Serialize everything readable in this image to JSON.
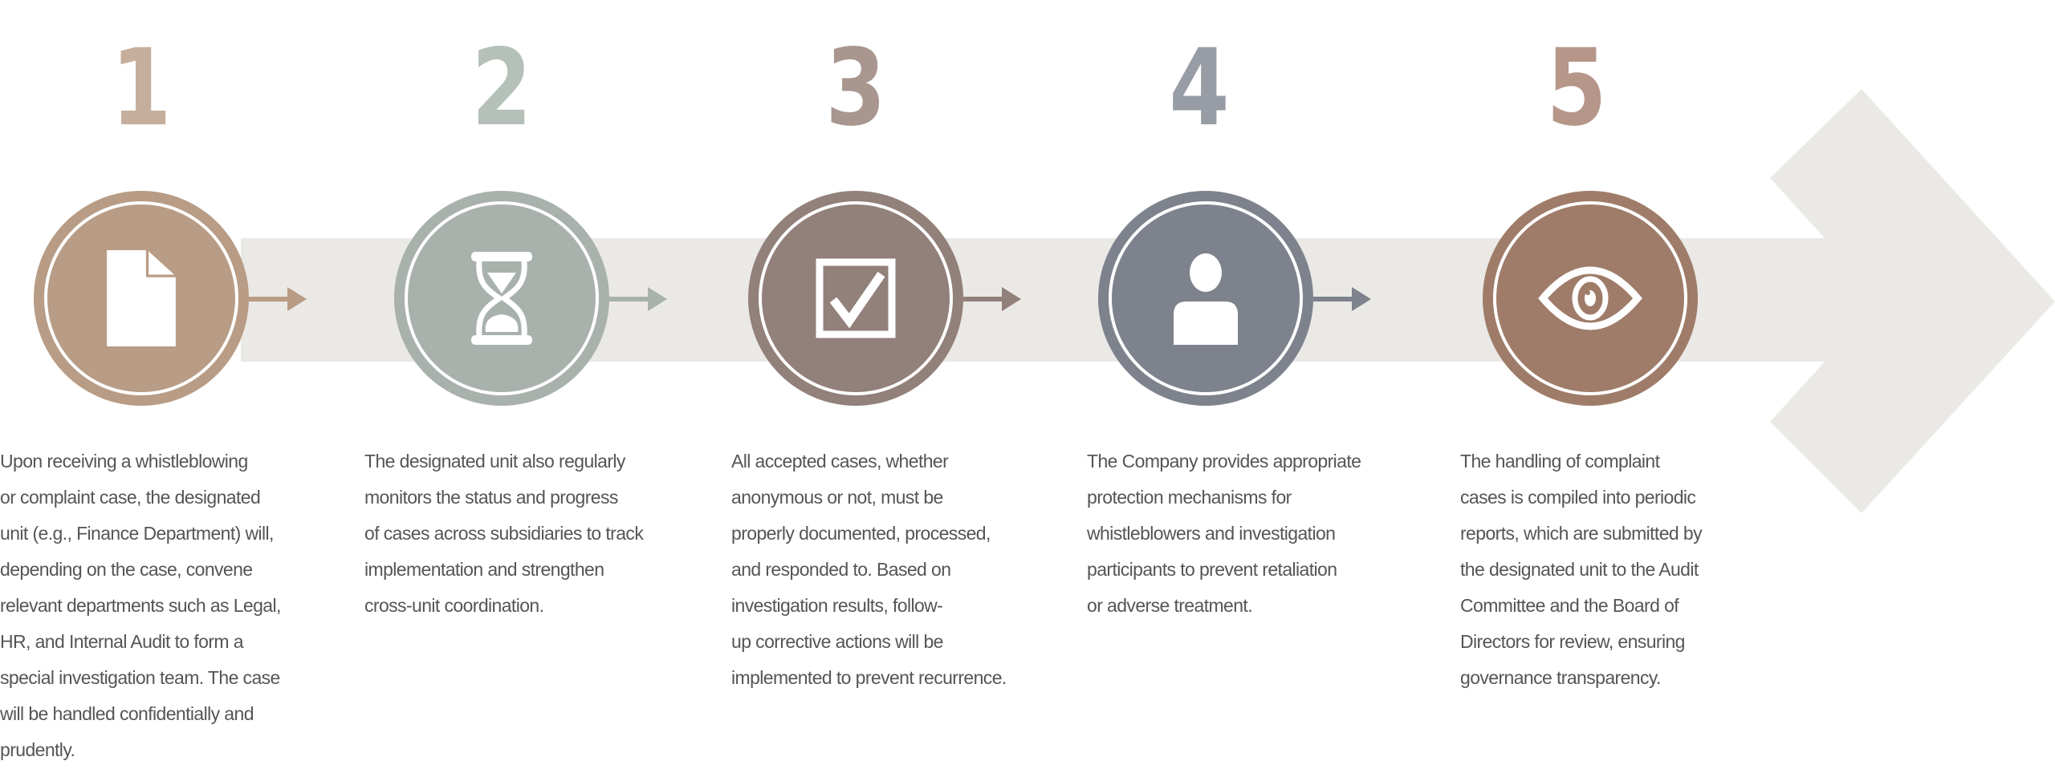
{
  "colors": {
    "band": "#ebe9e6",
    "text": "#555555"
  },
  "steps": [
    {
      "number": "1",
      "icon": "document-icon",
      "color": "#b89c85",
      "number_color": "#c5ae9c",
      "lines": [
        "Upon receiving a whistleblowing",
        "or complaint case, the designated",
        "unit (e.g., Finance Department) will,",
        "depending on the case, convene",
        "relevant departments such as Legal,",
        "HR, and Internal Audit to form a",
        "special investigation team. The case",
        "will be handled confidentially and",
        "prudently."
      ]
    },
    {
      "number": "2",
      "icon": "hourglass-icon",
      "color": "#a8b1ab",
      "number_color": "#b5c0b9",
      "lines": [
        "The designated unit also regularly",
        "monitors the status and progress",
        "of cases across subsidiaries to track",
        "implementation and strengthen",
        "cross-unit coordination."
      ]
    },
    {
      "number": "3",
      "icon": "checkbox-icon",
      "color": "#92807a",
      "number_color": "#a8968f",
      "lines": [
        "All accepted cases, whether",
        "anonymous or not, must be",
        "properly documented, processed,",
        "and responded to. Based on",
        "investigation results, follow-",
        "up corrective actions will be",
        "implemented to prevent recurrence."
      ]
    },
    {
      "number": "4",
      "icon": "person-icon",
      "color": "#7d828c",
      "number_color": "#979ca5",
      "lines": [
        "The Company provides appropriate",
        "protection mechanisms for",
        "whistleblowers and investigation",
        "participants to prevent retaliation",
        "or adverse treatment."
      ]
    },
    {
      "number": "5",
      "icon": "eye-icon",
      "color": "#9f7c69",
      "number_color": "#b59688",
      "lines": [
        "The handling of complaint",
        "cases is compiled into periodic",
        "reports, which are submitted by",
        "the designated unit to the Audit",
        "Committee and the Board of",
        "Directors for review, ensuring",
        "governance transparency."
      ]
    }
  ]
}
